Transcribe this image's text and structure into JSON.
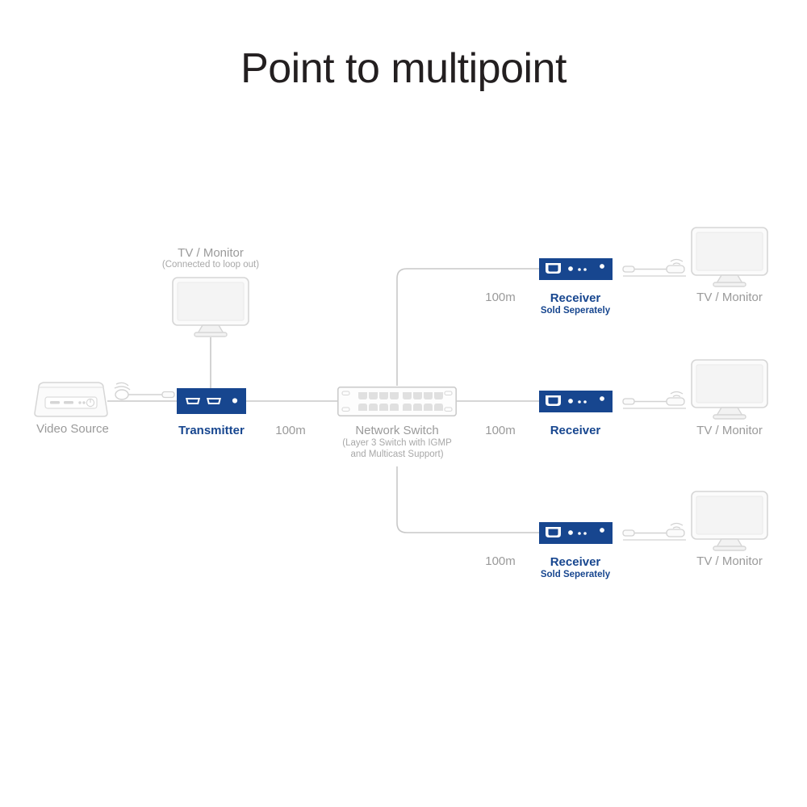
{
  "title": "Point to multipoint",
  "colors": {
    "device_blue": "#17468f",
    "line_gray": "#c8c8c8",
    "text_gray": "#9a9a9a",
    "title_black": "#231f20",
    "device_outline": "#d2d2d2",
    "device_fill": "#f7f7f7"
  },
  "nodes": {
    "video_source": {
      "label": "Video Source"
    },
    "transmitter": {
      "label": "Transmitter"
    },
    "loop_monitor": {
      "label": "TV / Monitor",
      "sublabel": "(Connected to loop out)"
    },
    "network_switch": {
      "label": "Network Switch",
      "sublabel_line1": "(Layer 3 Switch with IGMP",
      "sublabel_line2": "and Multicast Support)",
      "port_count": 16
    },
    "receiver_top": {
      "label": "Receiver",
      "sublabel": "Sold Seperately"
    },
    "receiver_mid": {
      "label": "Receiver",
      "sublabel": ""
    },
    "receiver_bottom": {
      "label": "Receiver",
      "sublabel": "Sold Seperately"
    },
    "monitor_top": {
      "label": "TV / Monitor"
    },
    "monitor_mid": {
      "label": "TV / Monitor"
    },
    "monitor_bottom": {
      "label": "TV / Monitor"
    }
  },
  "links": {
    "tx_to_switch": {
      "label": "100m"
    },
    "switch_to_rx_top": {
      "label": "100m"
    },
    "switch_to_rx_mid": {
      "label": "100m"
    },
    "switch_to_rx_bottom": {
      "label": "100m"
    }
  },
  "icons": {
    "hdmi_port": "hdmi-port-icon",
    "rj45_port": "rj45-port-icon",
    "led": "led-indicator-icon",
    "power": "power-button-icon",
    "wifi_arc": "signal-arc-icon"
  }
}
